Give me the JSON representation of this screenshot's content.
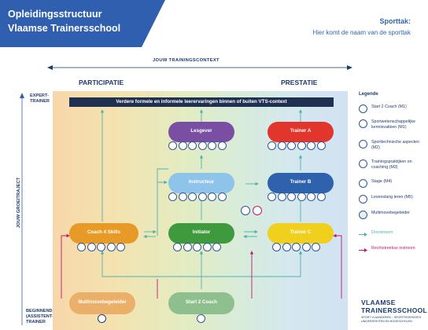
{
  "header": {
    "title_line1": "Opleidingsstructuur",
    "title_line2": "Vlaamse Trainersschool",
    "sport_label": "Sporttak:",
    "sport_value": "Hier komt de naam van de sporttak",
    "color": "#2f5fae"
  },
  "context": {
    "label": "JOUW TRAININGSCONTEXT",
    "left": "PARTICIPATIE",
    "right": "PRESTATIE"
  },
  "axis": {
    "label": "JOUW GROEITRAJECT",
    "top_line1": "EXPERT-",
    "top_line2": "TRAINER",
    "bottom_line1": "BEGINNEND",
    "bottom_line2": "(ASSISTENT-)",
    "bottom_line3": "TRAINER"
  },
  "banner": "Verdere formele en informele leerervaringen binnen of buiten VTS-context",
  "nodes": {
    "lesgever": {
      "label": "Lesgever",
      "color": "#7a4fa3"
    },
    "trainer_a": {
      "label": "Trainer A",
      "color": "#e2352c"
    },
    "instructeur": {
      "label": "Instructeur",
      "color": "#8ec3ea"
    },
    "trainer_b": {
      "label": "Trainer B",
      "color": "#2f62ad"
    },
    "coach4": {
      "label": "Coach 4 Skills",
      "color": "#e89a26"
    },
    "initiator": {
      "label": "Initiator",
      "color": "#3f9a3e"
    },
    "trainer_c": {
      "label": "Trainer C",
      "color": "#f0d01c"
    },
    "multimove": {
      "label": "Multimovebegeleider",
      "color": "#eab06a"
    },
    "start2coach": {
      "label": "Start 2 Coach",
      "color": "#8fbf8e"
    }
  },
  "legend": {
    "title": "Legende",
    "items": [
      {
        "label": "Start 2 Coach (M1)",
        "icon": "start2coach-icon"
      },
      {
        "label": "Sportwetenschappelijke kennisvakken (M1)",
        "icon": "science-icon"
      },
      {
        "label": "Sporttechnische aspecten (M2)",
        "icon": "technique-icon"
      },
      {
        "label": "Trainingspraktijken en coaching (M3)",
        "icon": "coaching-icon"
      },
      {
        "label": "Stage (M4)",
        "icon": "stage-icon"
      },
      {
        "label": "Levenslang leren (M5)",
        "icon": "lifelong-icon"
      },
      {
        "label": "Multimovebegeleider",
        "icon": "multimove-icon"
      },
      {
        "label": "Doorstroom",
        "icon": "arrow-teal"
      },
      {
        "label": "Rechtstreekse instroom",
        "icon": "arrow-magenta"
      }
    ]
  },
  "logo": {
    "line1": "VLAAMSE",
    "line2": "TRAINERSSCHOOL",
    "line3": "SPORT VLAANDEREN – SPORTFEDERATIES UNIVERSITEITEN EN HOGESCHOLEN"
  },
  "colors": {
    "teal": "#4fb3a9",
    "magenta": "#c0186e",
    "navy": "#1e3a6e"
  }
}
